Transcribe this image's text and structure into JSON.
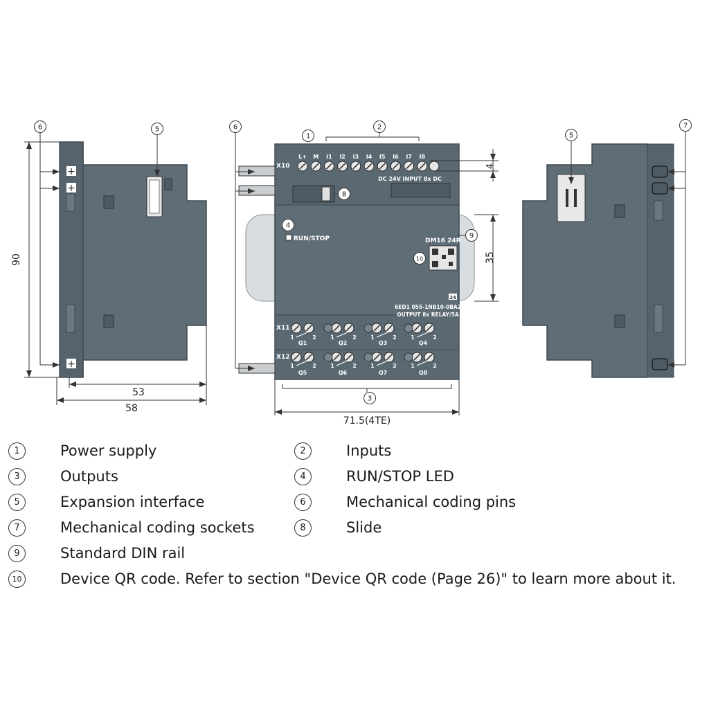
{
  "device": {
    "x10_label": "X10",
    "x11_label": "X11",
    "x12_label": "X12",
    "terminals": [
      "L+",
      "M",
      "I1",
      "I2",
      "I3",
      "I4",
      "I5",
      "I6",
      "I7",
      "I8"
    ],
    "input_spec": "DC 24V  INPUT 8x DC",
    "run_stop": "RUN/STOP",
    "model": "DM16 24R",
    "order_number": "6ED1 055-1NB10-0BA2",
    "output_spec": "OUTPUT 8x RELAY/5A",
    "badge": "24",
    "outputs_top": [
      "Q1",
      "Q2",
      "Q3",
      "Q4"
    ],
    "outputs_bottom": [
      "Q5",
      "Q6",
      "Q7",
      "Q8"
    ],
    "contact_one": "1",
    "contact_two": "2"
  },
  "dimensions": {
    "height": "90",
    "depth_inner": "53",
    "depth_outer": "58",
    "width": "71.5(4TE)",
    "terminal_gap": "4",
    "rail": "35"
  },
  "callouts": [
    "1",
    "2",
    "3",
    "4",
    "5",
    "6",
    "7",
    "8",
    "9",
    "10"
  ],
  "legend": [
    {
      "num": "1",
      "text": "Power supply"
    },
    {
      "num": "2",
      "text": "Inputs"
    },
    {
      "num": "3",
      "text": "Outputs"
    },
    {
      "num": "4",
      "text": "RUN/STOP LED"
    },
    {
      "num": "5",
      "text": "Expansion interface"
    },
    {
      "num": "6",
      "text": "Mechanical coding pins"
    },
    {
      "num": "7",
      "text": "Mechanical coding sockets"
    },
    {
      "num": "8",
      "text": "Slide"
    },
    {
      "num": "9",
      "text": "Standard DIN rail"
    },
    {
      "num": "10",
      "text": "Device QR code. Refer to section \"Device QR code (Page 26)\" to learn more about it."
    }
  ],
  "colors": {
    "housing": "#5f6d77",
    "housing_dark": "#4e5b64",
    "rail": "#d8dde1",
    "line": "#333333"
  }
}
